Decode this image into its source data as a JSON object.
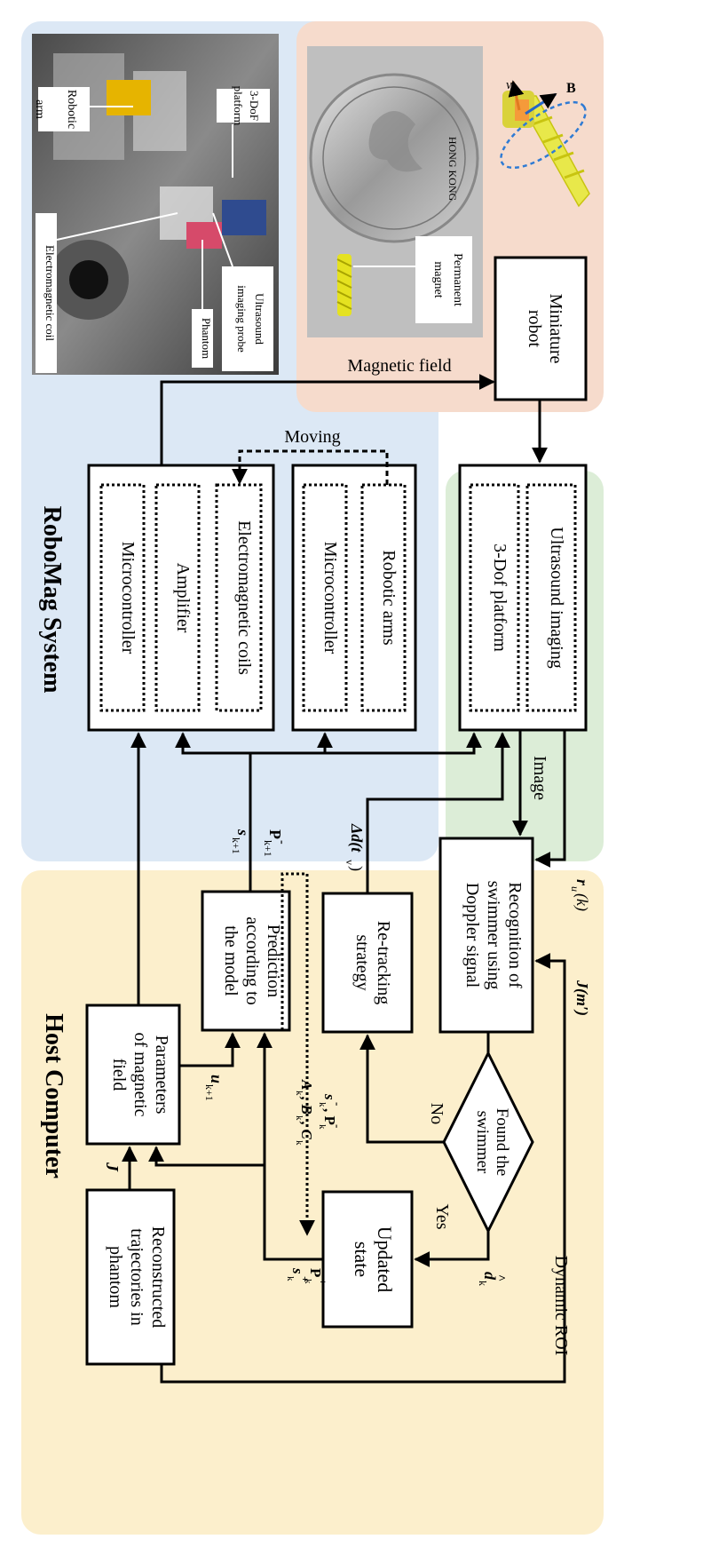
{
  "photo_labels": {
    "robotic_arm_1": "Robotic",
    "robotic_arm_2": "arm",
    "platform_1": "3-DoF",
    "platform_2": "platform",
    "em_coil": "Electromagnetic coil",
    "phantom": "Phantom",
    "us_probe_1": "Ultrasound",
    "us_probe_2": "imaging probe",
    "perm_magnet_1": "Permanent",
    "perm_magnet_2": "magnet",
    "coin_text": "HONG KONG",
    "vector_v": "v",
    "vector_B": "B"
  },
  "sections": {
    "robomag": "RoboMag System",
    "host": "Host Computer"
  },
  "blocks": {
    "microcontroller_1": "Microcontroller",
    "amplifier": "Amplifier",
    "em_coils": "Electromagnetic coils",
    "microcontroller_2": "Microcontroller",
    "robotic_arms": "Robotic arms",
    "platform_3dof": "3-Dof platform",
    "us_imaging": "Ultrasound imaging",
    "miniature_robot_1": "Miniature",
    "miniature_robot_2": "robot",
    "reconstructed_1": "Reconstructed",
    "reconstructed_2": "trajectories in",
    "reconstructed_3": "phantom",
    "params_1": "Parameters",
    "params_2": "of magnetic",
    "params_3": "field",
    "prediction_1": "Prediction",
    "prediction_2": "according to",
    "prediction_3": "the model",
    "retracking_1": "Re-tracking",
    "retracking_2": "strategy",
    "recognition_1": "Recognition of",
    "recognition_2": "swimmer using",
    "recognition_3": "Doppler signal",
    "updated_1": "Updated",
    "updated_2": "state",
    "found_1": "Found the",
    "found_2": "swimmer"
  },
  "arrow_labels": {
    "magnetic_field": "Magnetic field",
    "moving": "Moving",
    "image": "Image",
    "yes": "Yes",
    "no": "No",
    "dynamic_roi": "Dynamic ROI",
    "J": "J",
    "u_k1": "u",
    "u_k1_sub": "k+1",
    "s_k1": "s",
    "s_k1_sub": "k+1",
    "s_k1_sup": "-",
    "P_k1": "P",
    "P_k1_sub": "k+1",
    "P_k1_sup": "-",
    "delta_d": "Δd(t",
    "delta_d_sub": "v",
    "delta_d_end": ")",
    "ABC": "A",
    "ABC_k": "k",
    "ABC_B": ", B",
    "ABC_C": ", C",
    "sk_minus": "s",
    "sk_minus_sub": "k",
    "sk_minus_sup": "-",
    "Pk_minus": ", P",
    "Pk_minus_sub": "k",
    "Pk_minus_sup": "-",
    "sk_plus": "s",
    "sk_plus_sub": "k",
    "sk_plus_sup": "+",
    "Pk_plus": "P",
    "Pk_plus_sub": "k",
    "Pk_plus_sup": "+",
    "d_hat": "d",
    "d_hat_sub": "k",
    "J_m": "J(m′)",
    "r_u": "r",
    "r_u_sub": "u",
    "r_u_end": "(k)"
  },
  "colors": {
    "robomag_bg": "#dce8f5",
    "photo_bg": "#f6dbcc",
    "us_bg": "#dcedd7",
    "host_bg": "#fcefcc",
    "line": "#000000"
  }
}
